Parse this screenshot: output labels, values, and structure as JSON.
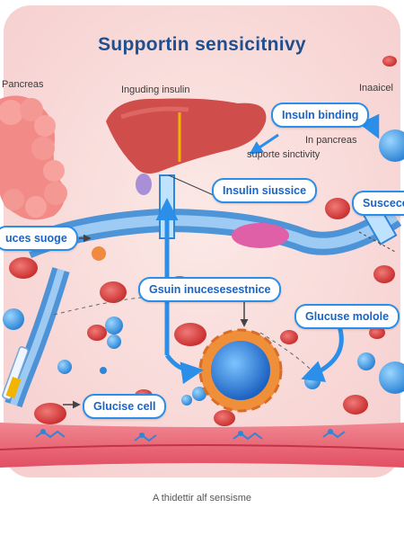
{
  "title": "Supportin sensicitnivy",
  "labels": {
    "pancreas": "Pancreas",
    "inguding_insulin": "Inguding insulin",
    "inaaicel": "Inaaicel",
    "in_pancreas": "In pancreas",
    "suporte_sinctivity": "suporte sinctivity",
    "footer": "A thidettir alf sensisme"
  },
  "pills": {
    "insulin_binding": "Insuln binding",
    "insulin_siussice": "Insulin siussice",
    "suscece": "Suscece",
    "uces_suoge": "uces suoge",
    "gsuin": "Gsuin inucesesestnice",
    "glucuse_molole": "Glucuse molole",
    "glucise_cell": "Glucise cell"
  },
  "colors": {
    "background": "#f9dede",
    "accent_blue": "#2b8ee8",
    "title_blue": "#1f4f8f",
    "cell_red": "#e0494b",
    "liver_red": "#cf4d4a",
    "pancreas_pink": "#f28b87"
  }
}
